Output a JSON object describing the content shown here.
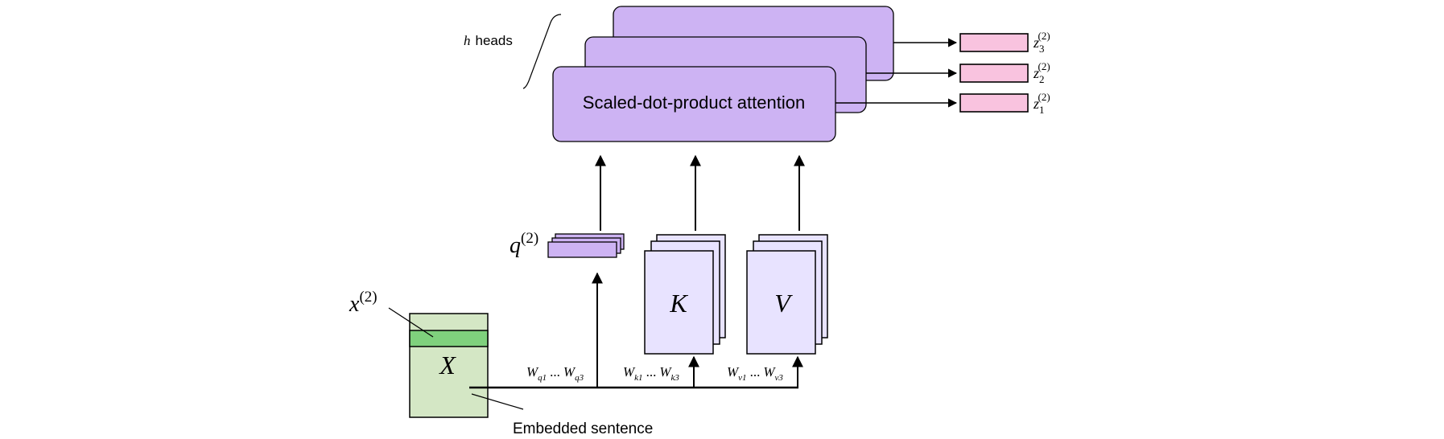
{
  "colors": {
    "head_fill": "#cdb3f3",
    "qkv_fill": "#e8e3ff",
    "q_fill": "#cdb3f3",
    "z_fill": "#f9c3df",
    "x_fill": "#d4e7c5",
    "x_row_fill": "#7fd17d",
    "stroke": "#000000"
  },
  "heads": {
    "label_h": "h",
    "label_word": "heads",
    "attention_label": "Scaled-dot-product attention"
  },
  "outputs": {
    "z3_base": "z",
    "z3_sub": "3",
    "z3_sup": "(2)",
    "z2_base": "z",
    "z2_sub": "2",
    "z2_sup": "(2)",
    "z1_base": "z",
    "z1_sub": "1",
    "z1_sup": "(2)"
  },
  "query": {
    "base": "q",
    "sup": "(2)"
  },
  "keys": {
    "label": "K"
  },
  "values": {
    "label": "V"
  },
  "input": {
    "matrix_label": "X",
    "row_base": "x",
    "row_sup": "(2)",
    "caption": "Embedded sentence"
  },
  "weights": {
    "wq_a_base": "W",
    "wq_a_sub": "q1",
    "wq_dots": "...",
    "wq_b_base": "W",
    "wq_b_sub": "q3",
    "wk_a_base": "W",
    "wk_a_sub": "k1",
    "wk_dots": "...",
    "wk_b_base": "W",
    "wk_b_sub": "k3",
    "wv_a_base": "W",
    "wv_a_sub": "v1",
    "wv_dots": "...",
    "wv_b_base": "W",
    "wv_b_sub": "v3"
  }
}
